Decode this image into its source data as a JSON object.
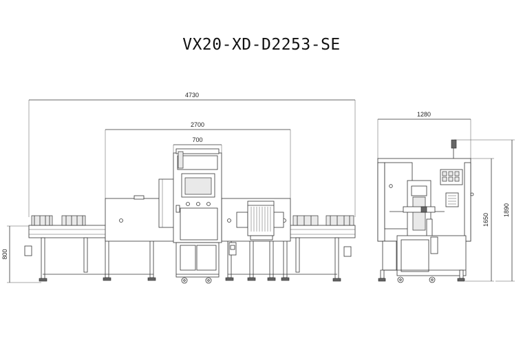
{
  "title": "VX20-XD-D2253-SE",
  "dimensions": {
    "overall_length": "4730",
    "body_length": "2700",
    "center_width": "700",
    "conveyor_height": "800",
    "side_width": "1280",
    "side_height_1": "1650",
    "side_height_2": "1890"
  }
}
